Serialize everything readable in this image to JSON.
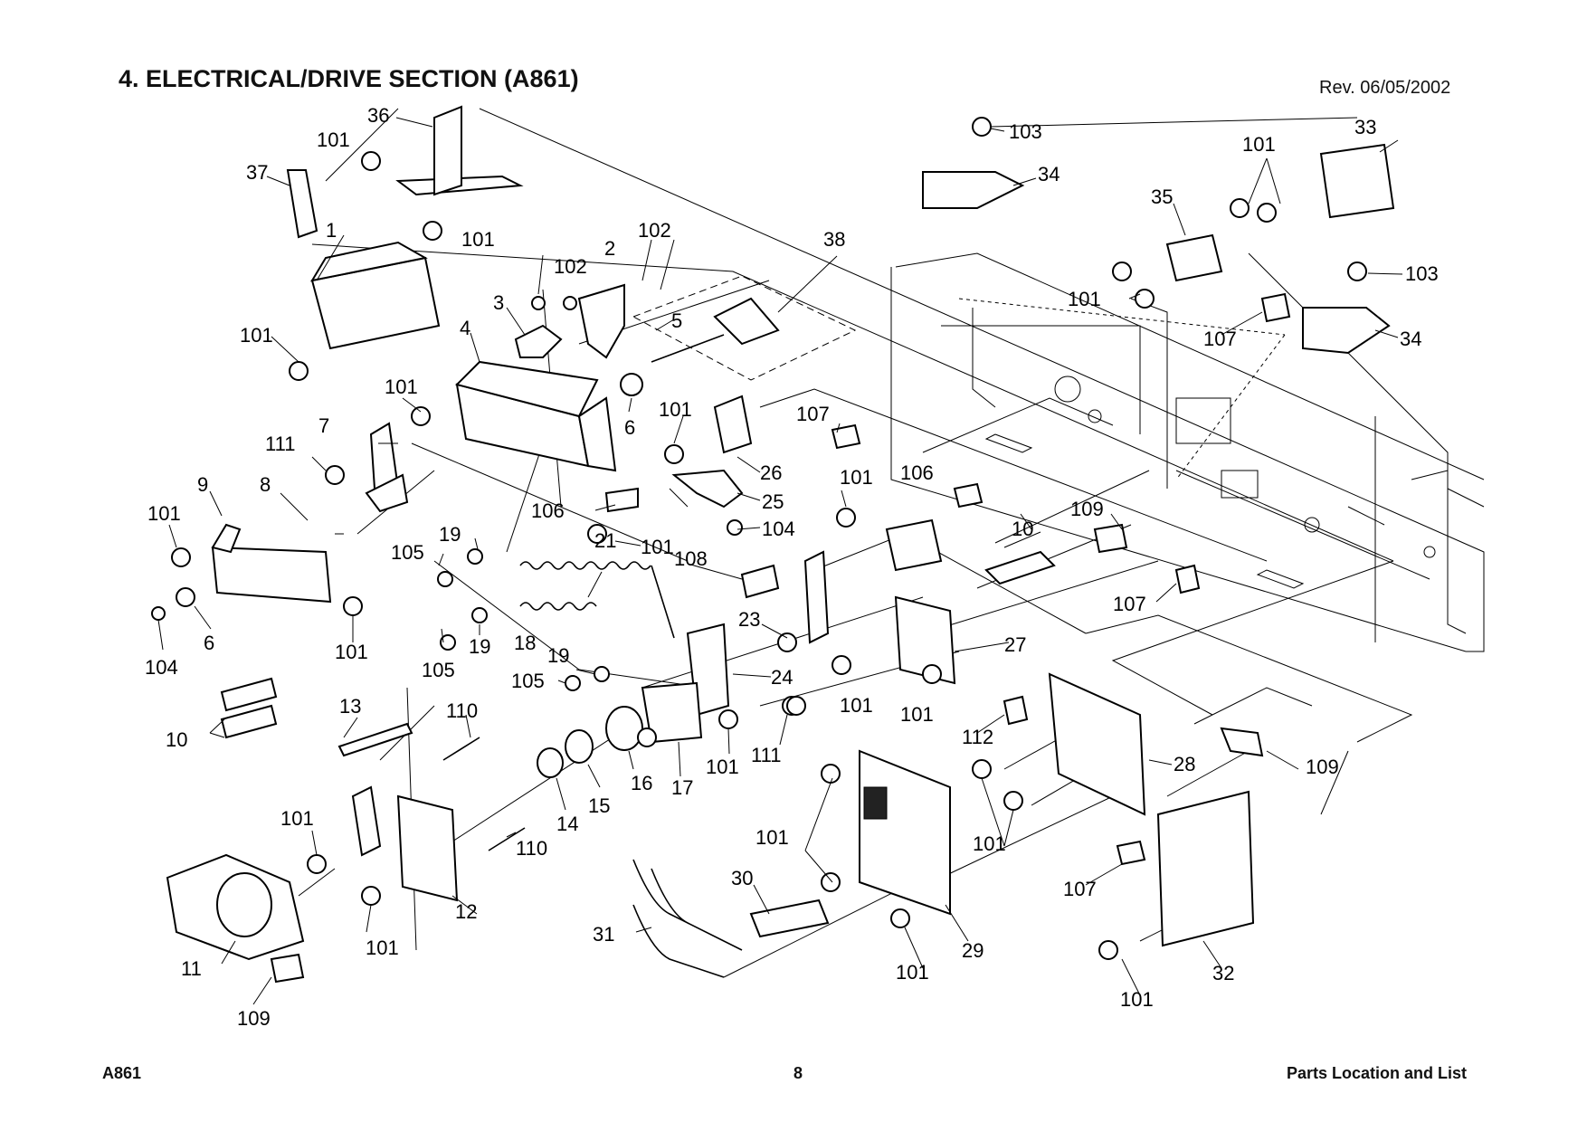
{
  "header": {
    "title": "4. ELECTRICAL/DRIVE SECTION (A861)",
    "revision": "Rev. 06/05/2002"
  },
  "footer": {
    "model": "A861",
    "page": "8",
    "section": "Parts Location and List"
  },
  "labels": [
    "36",
    "101",
    "37",
    "101",
    "1",
    "101",
    "2",
    "102",
    "102",
    "3",
    "5",
    "38",
    "4",
    "101",
    "6",
    "101",
    "7",
    "111",
    "26",
    "107",
    "9",
    "8",
    "101",
    "25",
    "104",
    "101",
    "19",
    "105",
    "21",
    "106",
    "101",
    "108",
    "23",
    "24",
    "18",
    "19",
    "105",
    "19",
    "105",
    "6",
    "104",
    "101",
    "10",
    "13",
    "110",
    "101",
    "111",
    "17",
    "101",
    "16",
    "15",
    "14",
    "110",
    "12",
    "101",
    "11",
    "109",
    "101",
    "31",
    "30",
    "101",
    "29",
    "101",
    "103",
    "34",
    "33",
    "101",
    "35",
    "101",
    "103",
    "107",
    "34",
    "106",
    "10",
    "109",
    "107",
    "27",
    "101",
    "101",
    "112",
    "28",
    "109",
    "101",
    "107",
    "32",
    "101"
  ]
}
